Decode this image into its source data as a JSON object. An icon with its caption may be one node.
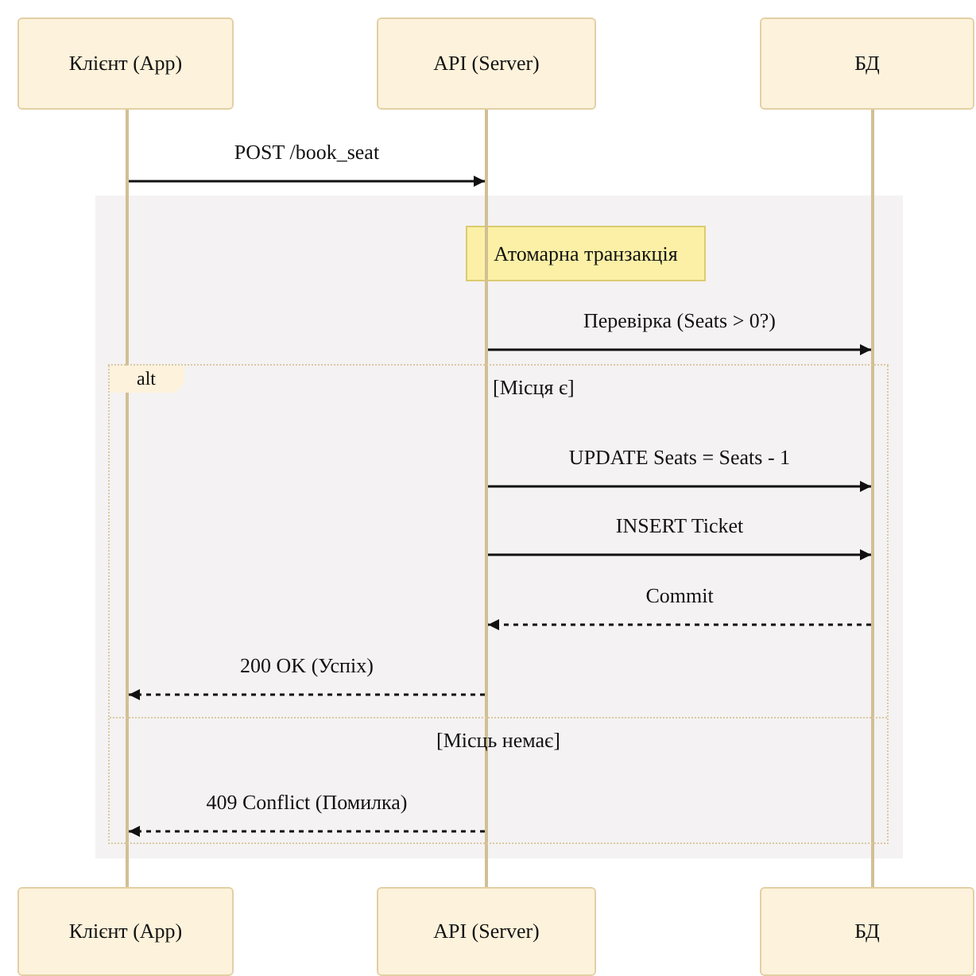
{
  "diagram": {
    "nodes": [
      {
        "text": [
          "Клієнт (App)"
        ]
      },
      {
        "text": [
          "API (Server)"
        ]
      },
      {
        "text": [
          "БД"
        ]
      },
      {
        "text": [],
        "shape": "bar"
      },
      {
        "text": [],
        "shape": "bar"
      },
      {
        "text": [],
        "shape": "bar"
      },
      {
        "text": [],
        "shape": "box"
      },
      {
        "text": [
          "Атомарна транзакція"
        ],
        "in": 6
      },
      {
        "text": [
          "Клієнт (App)"
        ]
      },
      {
        "text": [
          "API (Server)"
        ]
      },
      {
        "text": [
          "БД"
        ]
      }
    ],
    "edges": [
      {
        "from": 3,
        "to": 4,
        "arrow": "to",
        "label": "POST /book_seat"
      },
      {
        "from": 4,
        "to": 5,
        "arrow": "to",
        "label": "Перевірка (Seats > 0?)"
      },
      {
        "from": 4,
        "to": 5,
        "arrow": "to",
        "label": "UPDATE Seats = Seats - 1"
      },
      {
        "from": 4,
        "to": 5,
        "arrow": "to",
        "label": "INSERT Ticket"
      },
      {
        "from": 5,
        "to": 4,
        "arrow": "to",
        "label": "Commit",
        "style": "dashed"
      },
      {
        "from": 4,
        "to": 3,
        "arrow": "to",
        "label": "200 OK (Успіх)",
        "style": "dashed"
      },
      {
        "from": 4,
        "to": 3,
        "arrow": "to",
        "label": "409 Conflict (Помилка)",
        "style": "dashed"
      }
    ],
    "labels": [
      "alt",
      "[Місця є]",
      "[Місць немає]"
    ]
  }
}
